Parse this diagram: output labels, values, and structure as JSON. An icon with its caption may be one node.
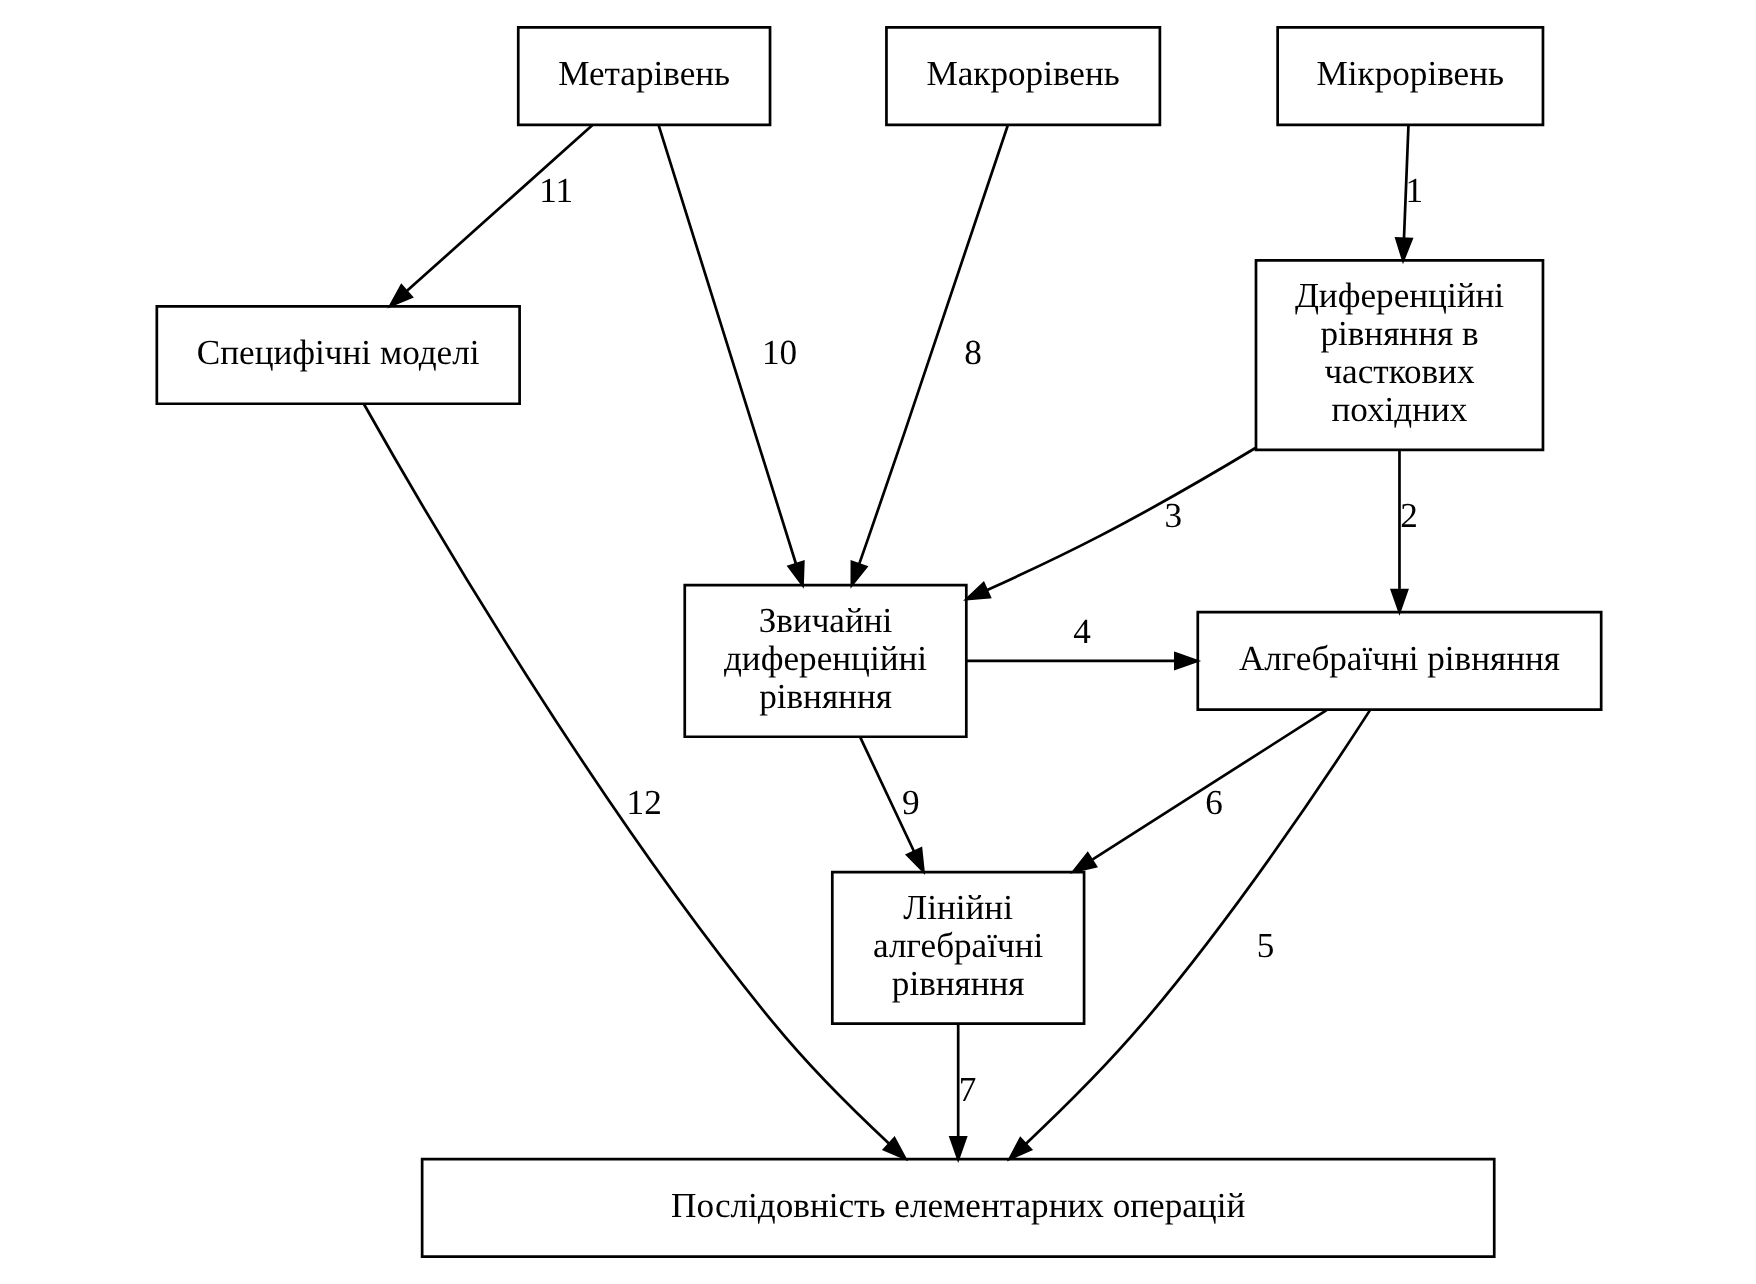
{
  "diagram": {
    "nodes": [
      {
        "text": [
          "Мікрорівень"
        ]
      },
      {
        "text": [
          "Макрорівень"
        ]
      },
      {
        "text": [
          "Метарівень"
        ]
      },
      {
        "text": [
          "Диференційні рівняння в часткових похідних"
        ]
      },
      {
        "text": [
          "Звичайні диференційні рівняння"
        ]
      },
      {
        "text": [
          "Специфічні моделі"
        ]
      },
      {
        "text": [
          "Алгебраїчні рівняння"
        ]
      },
      {
        "text": [
          "Лінійні алгебраїчні рівняння"
        ]
      },
      {
        "text": [
          "Послідовність елементарних операцій"
        ]
      }
    ],
    "edges": [
      {
        "from": 0,
        "to": 3,
        "arrow": "to",
        "label": "1"
      },
      {
        "from": 3,
        "to": 6,
        "arrow": "to",
        "label": "2"
      },
      {
        "from": 3,
        "to": 4,
        "arrow": "to",
        "label": "3"
      },
      {
        "from": 4,
        "to": 6,
        "arrow": "to",
        "label": "4"
      },
      {
        "from": 6,
        "to": 8,
        "arrow": "to",
        "label": "5"
      },
      {
        "from": 6,
        "to": 7,
        "arrow": "to",
        "label": "6"
      },
      {
        "from": 7,
        "to": 8,
        "arrow": "to",
        "label": "7"
      },
      {
        "from": 1,
        "to": 4,
        "arrow": "to",
        "label": "8"
      },
      {
        "from": 4,
        "to": 7,
        "arrow": "to",
        "label": "9"
      },
      {
        "from": 2,
        "to": 4,
        "arrow": "to",
        "label": "10"
      },
      {
        "from": 2,
        "to": 5,
        "arrow": "to",
        "label": "11"
      },
      {
        "from": 5,
        "to": 8,
        "arrow": "to",
        "label": "12"
      }
    ]
  }
}
